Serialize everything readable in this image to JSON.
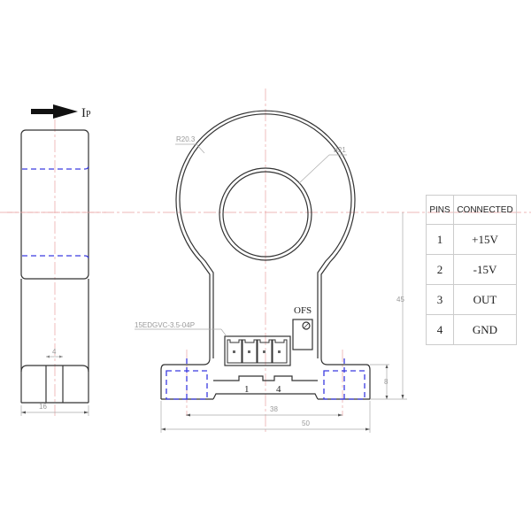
{
  "side_view": {
    "current_label": "I",
    "current_label_sub": "P",
    "width_dim": "16",
    "slot_dim": "4"
  },
  "front_view": {
    "outer_radius_label": "R20.3",
    "inner_diameter_label": "ø21",
    "connector_label": "15EDGVC-3.5-04P",
    "offset_label": "OFS",
    "pin_first_label": "1",
    "pin_last_label": "4",
    "height_dim": "45",
    "base_height_dim": "8",
    "hole_spacing_dim": "38",
    "total_width_dim": "50"
  },
  "pin_table": {
    "headers": [
      "PINS",
      "CONNECTED"
    ],
    "rows": [
      {
        "pin": "1",
        "connected": "+15V"
      },
      {
        "pin": "2",
        "connected": "-15V"
      },
      {
        "pin": "3",
        "connected": "OUT"
      },
      {
        "pin": "4",
        "connected": "GND"
      }
    ]
  },
  "colors": {
    "outline": "#333333",
    "centerline": "#e8a0a0",
    "hidden_line": "#3a3ae0",
    "dimension": "#aaaaaa"
  }
}
